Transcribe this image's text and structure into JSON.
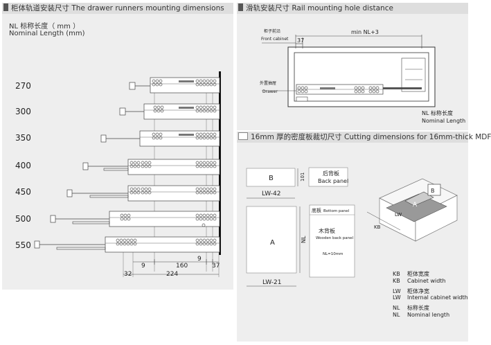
{
  "left_panel": {
    "header": "柜体轨道安装尺寸  The drawer runners mounting dimensions",
    "nl_line1": "NL 标称长度（ mm ）",
    "nl_line2": "Nominal Length (mm)",
    "lengths": [
      "270",
      "300",
      "350",
      "400",
      "450",
      "500",
      "550"
    ],
    "dims": {
      "d9a": "9",
      "d160": "160",
      "d9b": "9",
      "d37": "37",
      "d32": "32",
      "d224": "224"
    }
  },
  "top_right_panel": {
    "header": "滑轨安装尺寸  Rail mounting hole distance",
    "front_cabinet_cn": "柜子前沿",
    "front_cabinet_en": "Front cabinet",
    "dim_37": "37",
    "min_nl": "min  NL+3",
    "drawer_cn": "外置抽屉",
    "drawer_en": "Drawer",
    "nl_cn": "NL 标称长度",
    "nl_en": "Nominal Length"
  },
  "bottom_right_panel": {
    "header": "16mm 厚的密度板裁切尺寸  Cutting dimensions for 16mm-thick MDF",
    "b_label": "B",
    "dim_101": "101",
    "back_cn": "后背板",
    "back_en": "Back panel",
    "lw42": "LW-42",
    "a_label": "A",
    "nl_label": "NL",
    "bottom_cn": "底板",
    "bottom_en": "Bottom panel",
    "wood_cn": "木背板",
    "wood_en": "Wooden back panel",
    "nl10": "NL=10mm",
    "lw21": "LW-21",
    "iso_b": "B",
    "iso_a": "A",
    "iso_lw": "LW",
    "iso_kb": "KB",
    "legend": [
      {
        "code": "KB",
        "cn": "柜体宽度",
        "en": "Cabinet width"
      },
      {
        "code": "LW",
        "cn": "柜体净宽",
        "en": "Internal cabinet width"
      },
      {
        "code": "NL",
        "cn": "标称长度",
        "en": "Nominal length"
      }
    ]
  }
}
